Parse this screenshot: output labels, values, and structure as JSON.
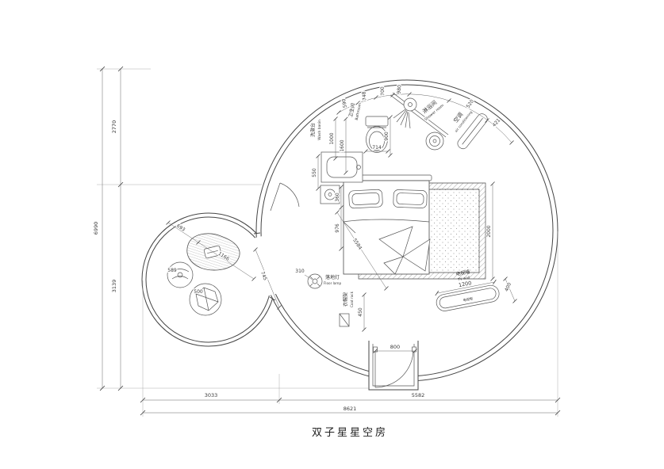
{
  "title": "双子星星空房",
  "overall_dims": {
    "height_upper": "2770",
    "height_lower": "3139",
    "height_total": "6990",
    "width_left": "3033",
    "width_right": "5582",
    "width_total": "8621"
  },
  "labels": {
    "washbasin_cn": "洗漱台",
    "washbasin_en": "Wash basin",
    "bathroom_cn": "卫生间",
    "bathroom_en": "Bathroom",
    "shower_cn": "淋浴间",
    "shower_en": "Shower room",
    "ac_cn": "空调",
    "ac_en": "air conditioning",
    "floorlamp_cn": "落地灯",
    "floorlamp_en": "Floor lamp",
    "coatrack_cn": "衣帽架",
    "coatrack_en": "Coat rack",
    "tvwall_cn": "电视墙",
    "tvwall_en": "TV wall",
    "tvcabinet_cn": "电视柜"
  },
  "dims": {
    "top_chain_1": "590",
    "top_chain_2": "748",
    "top_chain_3": "700",
    "top_chain_4": "980",
    "shower_width": "520",
    "ac_width": "421",
    "toilet_width": "714",
    "toilet_depth": "900",
    "basin_depth": "1000",
    "basin_width": "1600",
    "wall_segment": "550",
    "nightstand": "360",
    "bed_side": "976",
    "rug_width": "2000",
    "room_diagonal": "5584",
    "floorlamp_offset": "310",
    "coatrack_width": "450",
    "tv_width": "1200",
    "tv_depth": "400",
    "door_width": "800",
    "lounge_offset": "693",
    "lounge_table": "1166",
    "lounge_gap": "745",
    "pot_small": "589",
    "pot_large": "500"
  }
}
